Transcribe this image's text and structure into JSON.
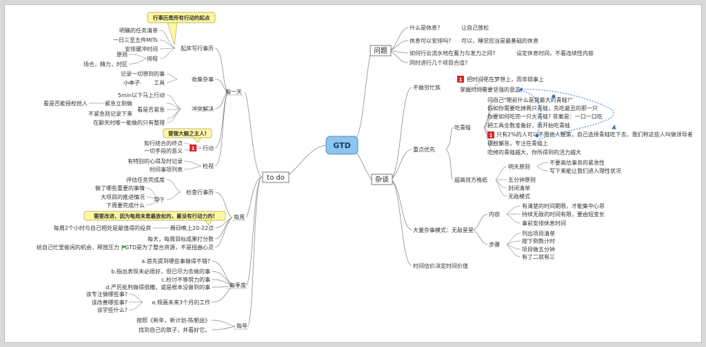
{
  "root": "GTD",
  "main_left": "to do",
  "main_right_1": "问题",
  "main_right_2": "杂谈",
  "callouts": {
    "c1": "行事历是所有行动的起点",
    "c2": "要做大脑之主人!",
    "c3": "需要改进，因为每周末是最放松的，最没有行动力的!"
  },
  "badges": {
    "one": "1"
  },
  "left": {
    "daily": "每一天",
    "weekly": "每周",
    "quarterly": "每季度",
    "yearly": "每年",
    "cal": "起床写行事历",
    "cal_items": [
      "明确的任务清单",
      "一日三至五件MITs",
      "安排缓冲时间",
      "排程"
    ],
    "sched_items": [
      "原则",
      "场合，精力，时区"
    ],
    "collect": "收集杂事",
    "collect_items": [
      "记录一切想到的事",
      "小本子",
      "工具"
    ],
    "conflict": "冲突解决",
    "conflict_items": [
      "5min以下马上行动",
      "紧急立刻做",
      "看是否能授权他人",
      "看是否紧急",
      "不紧急则记录下来",
      "在聊天时唯一能做的只有整理"
    ],
    "action": "行动",
    "action_items": [
      "知行结合的终点",
      "一切手段的意义"
    ],
    "review": "检视",
    "review_items": [
      "有特别的心得及时记录",
      "时间事项列表"
    ],
    "check": "检查行事历",
    "check_items": [
      "评估任务完成度",
      "做了哪些重要的事情",
      "大项目的推进情况",
      "写下",
      "下周要完成什么"
    ],
    "weekly_items": [
      "周日晚上20-22点",
      "每周2个小时与自己相处是最值得的投资",
      "每天，每周目标成果打分数",
      "GTD是为了整合资源，不是扭曲心灵",
      "给自己忙里偷闲的机会，释放压力"
    ],
    "quarter_items": [
      "a.首先提到哪些事做得不错?",
      "b.指出表现未必很好，但已尽力去做的事",
      "c.检讨不够努力的事",
      "d.严厉批判做得很糟，或是根本没做到的事",
      "e.规画未来3个月的工作",
      "该专注做哪些事?",
      "该改善哪些事?",
      "该学些什么?"
    ],
    "year_items": [
      "按照《新年，新计划-陈朝益》",
      "找到自己的致子，并看好它。"
    ]
  },
  "right": {
    "q_items": [
      "什么是休息?",
      "让自己放松",
      "休息可以安排吗?",
      "可以，睡觉应当是最基础的休息",
      "如何行云流水地在蓄力与发力之间?",
      "设定休息时间，不看连续性内容",
      "同时进行几个项目合适?"
    ],
    "busy": "不做穷忙族",
    "busy_items": [
      "把时间花在梦想上，而非琐事上",
      "掌握时间需要坚强的意志"
    ],
    "priority": "重点优先",
    "frog": "吃青蛙",
    "frog_items": [
      "问自己\"眼前什么是我最大的青蛙?\"",
      "假如你需要吃掉两只青蛙，先吃最丑的那一只",
      "你要如何吃完一只大青蛙?  答案是：一口一口吃",
      "把工具全数准备好，再开始吃青蛙",
      "只有2%的人可以不用他人鞭策，自己选择青蛙吃下去，我们称这些人叫做领导者",
      "摆脱懈怠，专注在青蛙上",
      "吃掉的青蛙越大，你所得到的活力越大"
    ],
    "table": "超高效方格纸",
    "table_items": [
      "明天原则",
      "不要高估事务的紧急性",
      "写下来能让我们进入理性状况",
      "五分钟原则",
      "封闭清单",
      "无敌模式"
    ],
    "bulk": "大量杂事模式：无敌星星",
    "content": "内容",
    "content_items": [
      "有清楚的时间期限，才能集中心思",
      "持续无敌的时间有限，要由短变长",
      "事前安排休息时间"
    ],
    "steps": "步骤",
    "steps_items": [
      "列出项目清单",
      "按下倒数计时",
      "项目做五分钟",
      "有了二就有三"
    ],
    "estimate": "时间估价决定时间价值"
  }
}
